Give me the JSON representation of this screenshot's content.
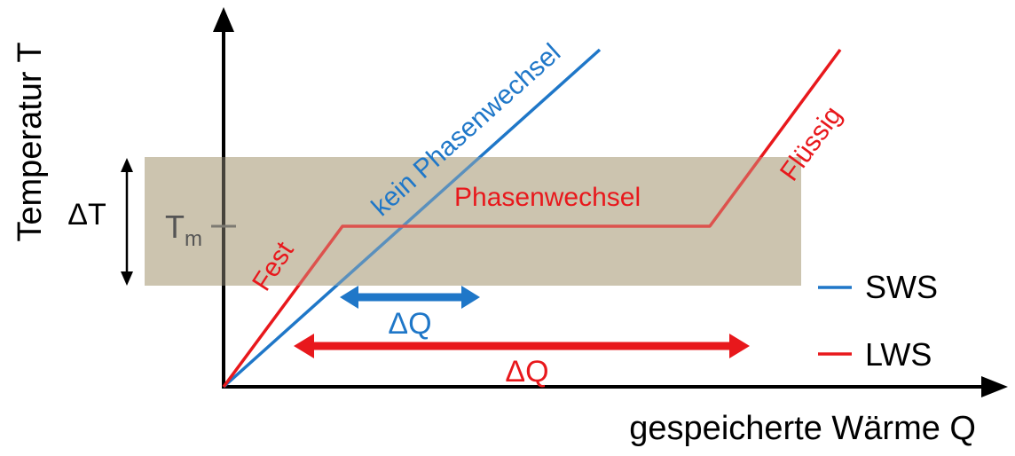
{
  "axes": {
    "y_label": "Temperatur T",
    "x_label": "gespeicherte Wärme Q"
  },
  "band": {
    "delta_t_label": "ΔT",
    "tm_main": "T",
    "tm_sub": "m"
  },
  "curves": {
    "sws_label": "kein Phasenwechsel",
    "lws_solid_label": "Fest",
    "lws_transition_label": "Phasenwechsel",
    "lws_liquid_label": "Flüssig"
  },
  "intervals": {
    "sws_delta_q": "ΔQ",
    "lws_delta_q": "ΔQ"
  },
  "legend": {
    "items": [
      {
        "name": "SWS",
        "color": "#1f77c8"
      },
      {
        "name": "LWS",
        "color": "#e8181c"
      }
    ]
  },
  "colors": {
    "sws": "#1f77c8",
    "lws": "#e8181c",
    "band": "#c9c0aa"
  }
}
